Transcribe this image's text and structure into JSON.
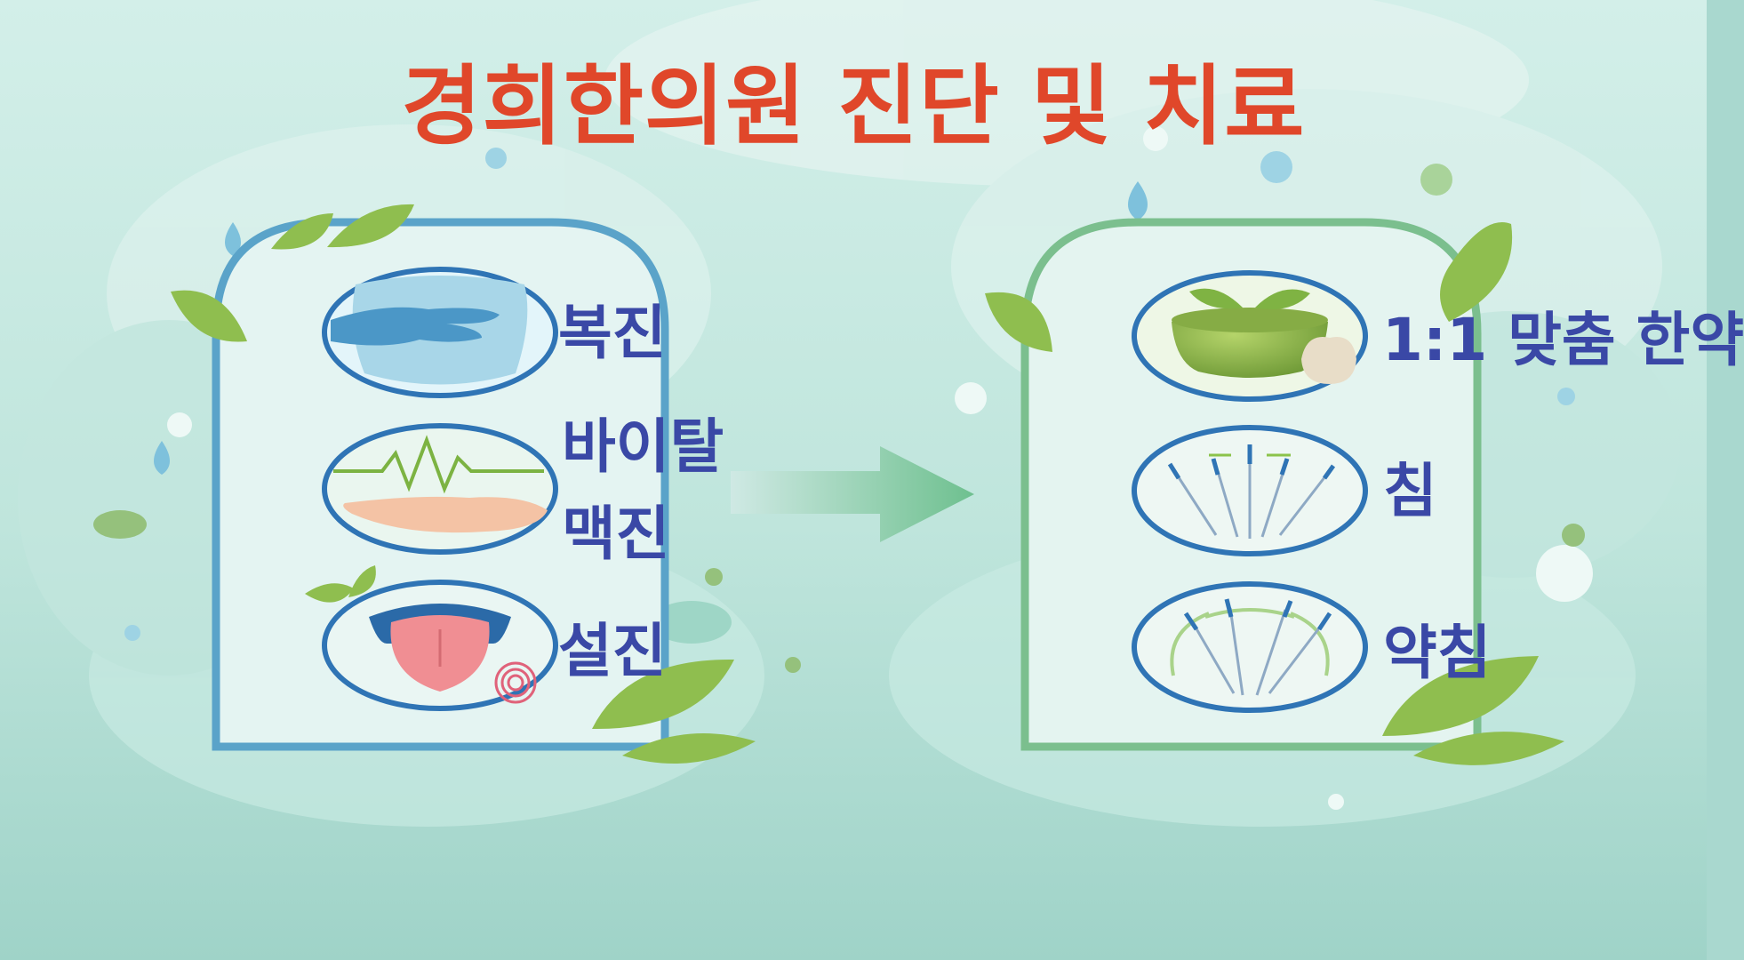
{
  "title": "경희한의원 진단 및 치료",
  "diagnosis": {
    "items": [
      {
        "label": "복진",
        "icon": "abdomen-palpation-icon"
      },
      {
        "label_line1": "바이탈",
        "label_line2": "맥진",
        "icon": "pulse-diagnosis-icon"
      },
      {
        "label": "설진",
        "icon": "tongue-diagnosis-icon"
      }
    ]
  },
  "treatment": {
    "items": [
      {
        "label": "1:1 맞춤 한약",
        "icon": "herbal-medicine-pot-icon"
      },
      {
        "label": "침",
        "icon": "acupuncture-needles-icon"
      },
      {
        "label": "약침",
        "icon": "pharmacopuncture-icon"
      }
    ]
  },
  "colors": {
    "title": "#e0472a",
    "label": "#3a48a6",
    "diagnosis_frame": "#5aa3c9",
    "treatment_frame": "#7bbf8e",
    "arrow": "#7cc49c",
    "background": "#a9d8cf"
  }
}
